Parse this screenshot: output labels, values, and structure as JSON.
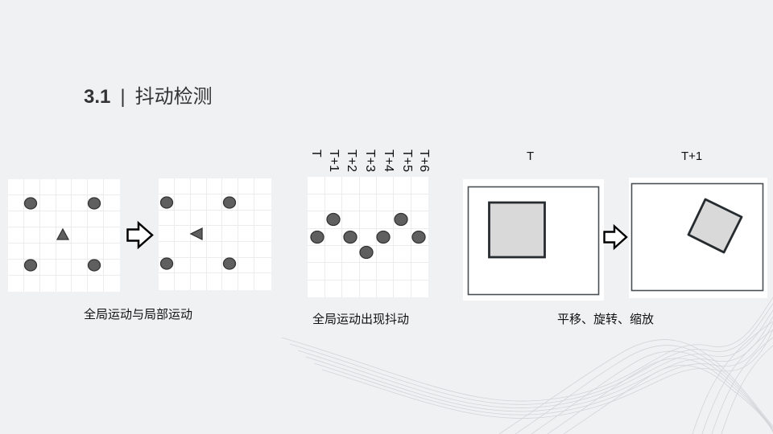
{
  "slide": {
    "section_number": "3.1",
    "separator": "|",
    "title": "抖动检测",
    "background_color": "#f0f1f3"
  },
  "panels": {
    "global_local": {
      "caption": "全局运动与局部运动",
      "before": {
        "circles": 4,
        "triangle": "up"
      },
      "after": {
        "circles": 4,
        "triangle": "left"
      }
    },
    "jitter": {
      "caption": "全局运动出现抖动",
      "frame_labels": [
        "T",
        "T+1",
        "T+2",
        "T+3",
        "T+4",
        "T+5",
        "T+6"
      ]
    },
    "transform": {
      "caption": "平移、旋转、缩放",
      "frame_t_label": "T",
      "frame_t1_label": "T+1"
    }
  },
  "colors": {
    "marker_fill": "#5f5f5f",
    "marker_stroke": "#333333",
    "square_fill": "#d9d9d9",
    "square_stroke": "#262b2f",
    "grid_line": "#ececec"
  }
}
